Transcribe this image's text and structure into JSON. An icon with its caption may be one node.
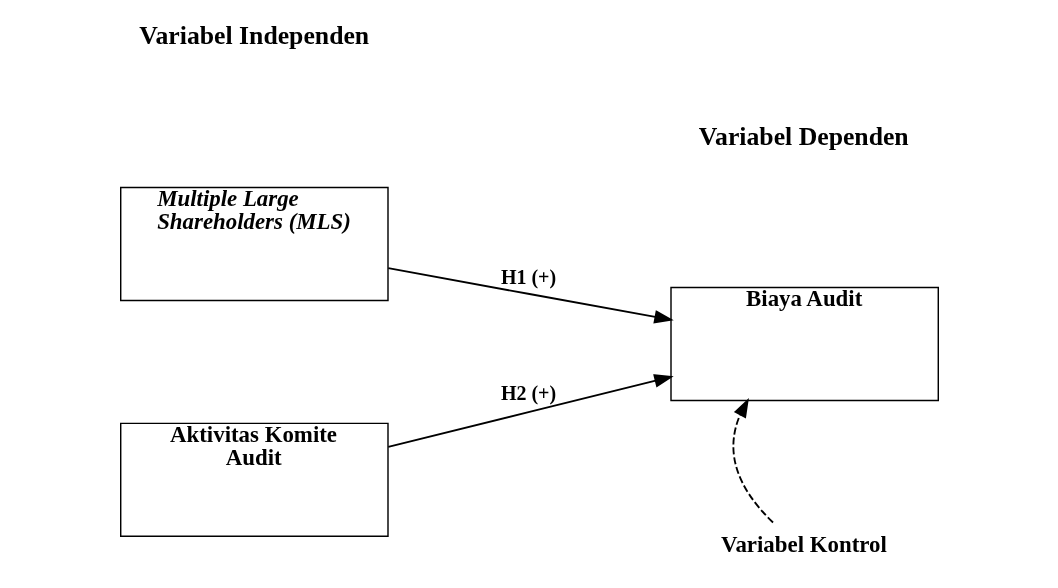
{
  "diagram": {
    "nodes": [
      {
        "text": [
          "Multiple Large Shareholders (MLS)"
        ]
      },
      {
        "text": [
          "Aktivitas Komite Audit"
        ]
      },
      {
        "text": [
          "Biaya Audit"
        ]
      },
      {
        "text": [
          "Variabel Kontrol"
        ]
      }
    ],
    "edges": [
      {
        "from": 0,
        "to": 2,
        "arrow": "to",
        "label": "H1 (+)"
      },
      {
        "from": 1,
        "to": 2,
        "arrow": "to",
        "label": "H2 (+)"
      },
      {
        "from": 3,
        "to": 2,
        "arrow": "to",
        "style": "dashed"
      }
    ],
    "labels": [
      "Variabel Independen",
      "Variabel Dependen"
    ]
  }
}
